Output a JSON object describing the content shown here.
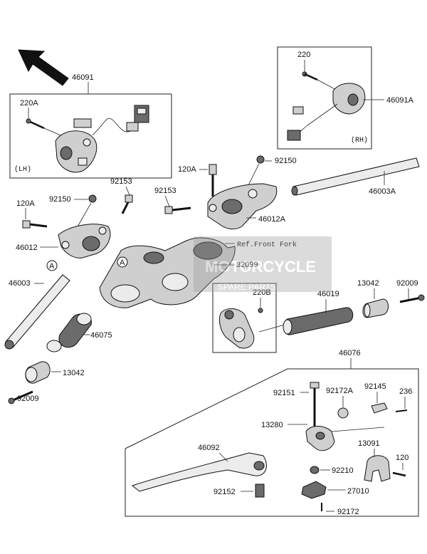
{
  "labels": {
    "p46091": "46091",
    "p220A": "220A",
    "lh": "(LH)",
    "p220": "220",
    "p46091A": "46091A",
    "rh": "(RH)",
    "p92150_top": "92150",
    "p120A_top": "120A",
    "p92153_top": "92153",
    "p46012A": "46012A",
    "p46003A": "46003A",
    "ref_front_fork": "Ref.Front Fork",
    "p92150_left": "92150",
    "p92153_left": "92153",
    "p120A_left": "120A",
    "p46012": "46012",
    "p46003": "46003",
    "p46075": "46075",
    "p13042_left": "13042",
    "p92009_left": "92009",
    "p32099": "32099",
    "p220B": "220B",
    "p46019": "46019",
    "p13042_right": "13042",
    "p92009_right": "92009",
    "p46076": "46076",
    "p92151": "92151",
    "p92172A": "92172A",
    "p92145": "92145",
    "p236": "236",
    "p13280": "13280",
    "p46092": "46092",
    "p13091": "13091",
    "p120": "120",
    "p92210": "92210",
    "p27010": "27010",
    "p92152": "92152",
    "p92172": "92172",
    "ref_a1": "A",
    "ref_a2": "A"
  },
  "watermark": {
    "line1": "MOTORCYCLE",
    "line2": "SPARE PARTS"
  },
  "colors": {
    "line": "#222222",
    "part_fill": "#cfcfcf",
    "dark_fill": "#6b6b6b",
    "watermark": "#9a9a9a"
  },
  "icons": {
    "direction": "front-direction-arrow-icon"
  }
}
